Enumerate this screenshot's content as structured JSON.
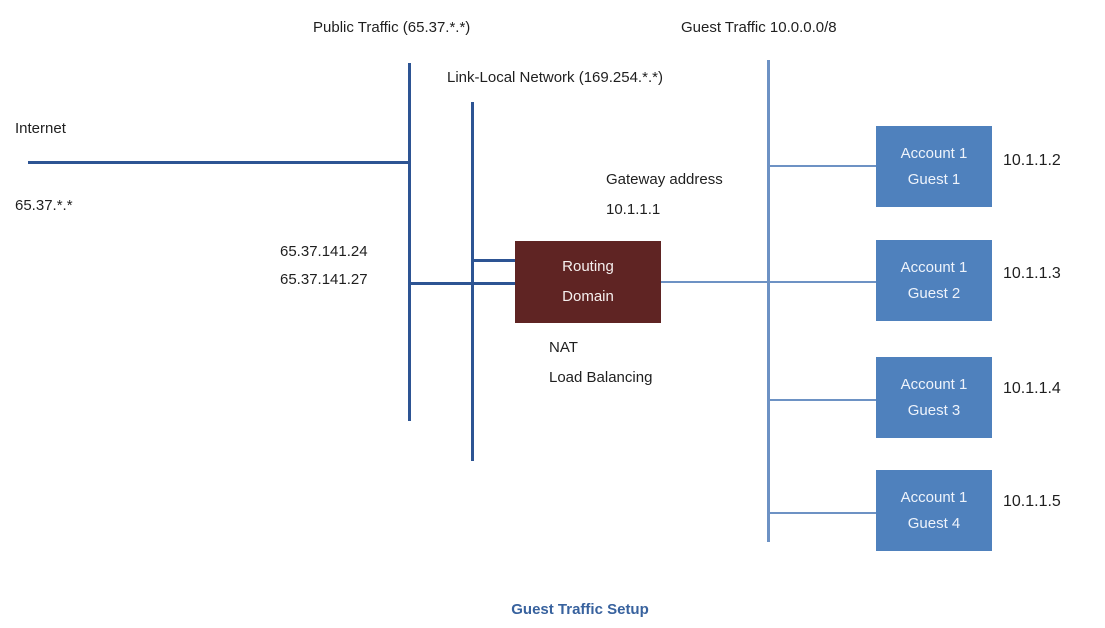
{
  "header": {
    "public_traffic": "Public Traffic (65.37.*.*)",
    "guest_traffic": "Guest Traffic 10.0.0.0/8",
    "link_local": "Link-Local Network (169.254.*.*)"
  },
  "left": {
    "internet": "Internet",
    "public_range": "65.37.*.*",
    "nat_ip_1": "65.37.141.24",
    "nat_ip_2": "65.37.141.27"
  },
  "gateway": {
    "line1": "Gateway address",
    "line2": "10.1.1.1"
  },
  "routing": {
    "line1": "Routing",
    "line2": "Domain",
    "feature1": "NAT",
    "feature2": "Load Balancing"
  },
  "guests": [
    {
      "account": "Account 1",
      "guest": "Guest 1",
      "ip": "10.1.1.2"
    },
    {
      "account": "Account 1",
      "guest": "Guest 2",
      "ip": "10.1.1.3"
    },
    {
      "account": "Account 1",
      "guest": "Guest 3",
      "ip": "10.1.1.4"
    },
    {
      "account": "Account 1",
      "guest": "Guest 4",
      "ip": "10.1.1.5"
    }
  ],
  "caption": "Guest Traffic Setup",
  "colors": {
    "dark_line": "#2d5493",
    "light_line": "#6d92c4",
    "guest_box": "#4f81bd",
    "routing_box": "#5f2423",
    "caption_text": "#38629e"
  }
}
